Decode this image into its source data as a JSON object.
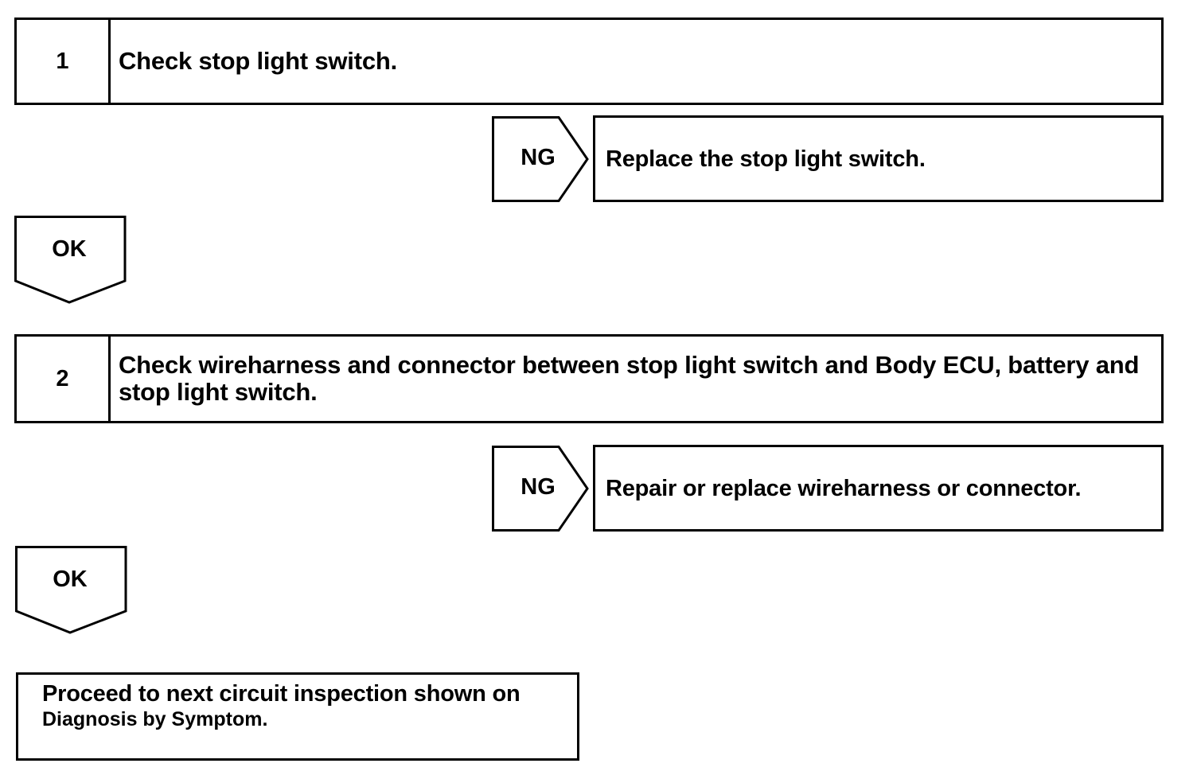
{
  "steps": [
    {
      "number": "1",
      "text": "Check stop light switch."
    },
    {
      "number": "2",
      "text": "Check wireharness and connector between stop light switch and Body ECU, battery and stop light switch."
    }
  ],
  "ng_results": [
    {
      "label": "NG",
      "text": "Replace the stop light switch."
    },
    {
      "label": "NG",
      "text": "Repair or replace wireharness or connector."
    }
  ],
  "ok_labels": [
    "OK",
    "OK"
  ],
  "final": {
    "line1": "Proceed to next circuit inspection shown on",
    "line2": "Diagnosis by Symptom."
  }
}
